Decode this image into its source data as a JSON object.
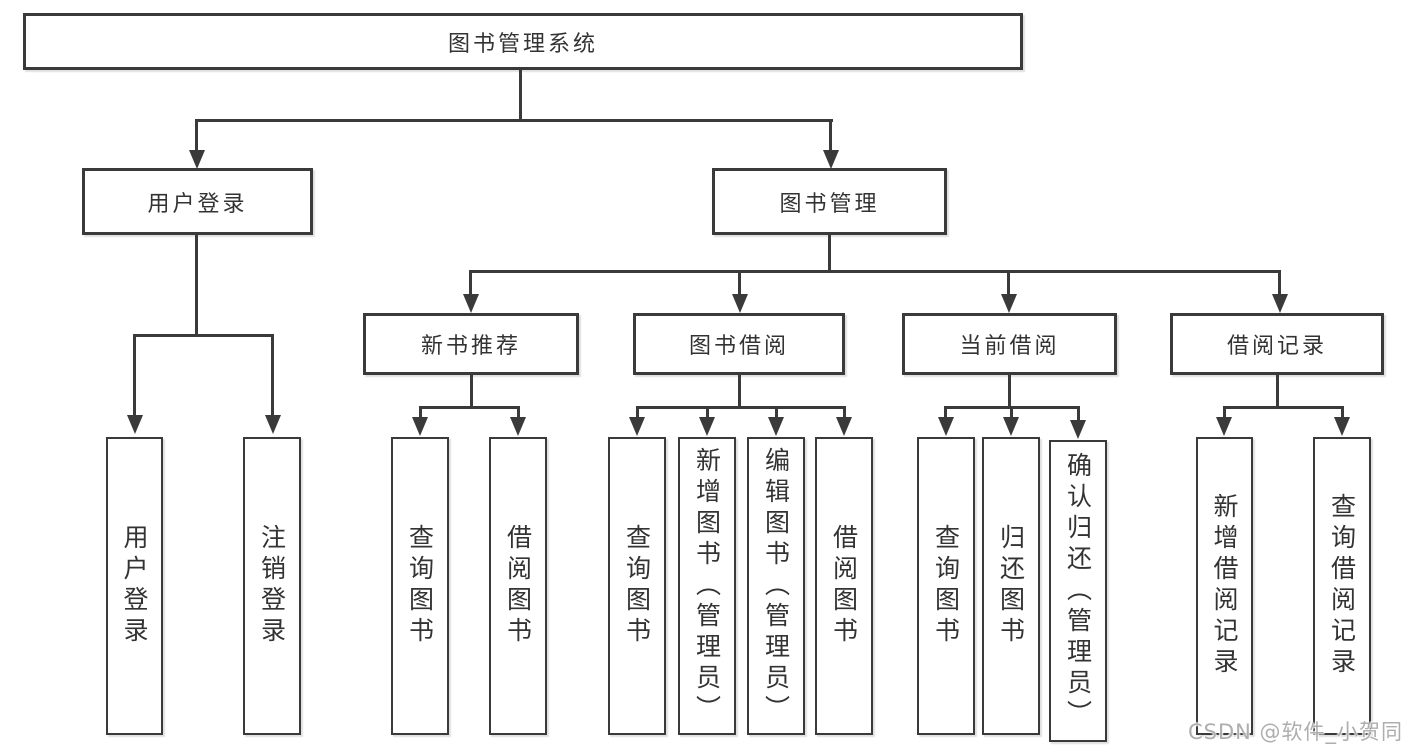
{
  "tree": {
    "label": "图书管理系统",
    "children": [
      {
        "label": "用户登录",
        "children": [
          {
            "label": "用户登录"
          },
          {
            "label": "注销登录"
          }
        ]
      },
      {
        "label": "图书管理",
        "children": [
          {
            "label": "新书推荐",
            "children": [
              {
                "label": "查询图书"
              },
              {
                "label": "借阅图书"
              }
            ]
          },
          {
            "label": "图书借阅",
            "children": [
              {
                "label": "查询图书"
              },
              {
                "label": "新增图书（管理员）"
              },
              {
                "label": "编辑图书（管理员）"
              },
              {
                "label": "借阅图书"
              }
            ]
          },
          {
            "label": "当前借阅",
            "children": [
              {
                "label": "查询图书"
              },
              {
                "label": "归还图书"
              },
              {
                "label": "确认归还（管理员）"
              }
            ]
          },
          {
            "label": "借阅记录",
            "children": [
              {
                "label": "新增借阅记录"
              },
              {
                "label": "查询借阅记录"
              }
            ]
          }
        ]
      }
    ]
  },
  "watermark": {
    "text": "CSDN @软件_小贺同学"
  },
  "colors": {
    "line": "#3a3a3a",
    "box_background": "#ffffff",
    "text": "#333333",
    "watermark": "#aeaeae"
  }
}
